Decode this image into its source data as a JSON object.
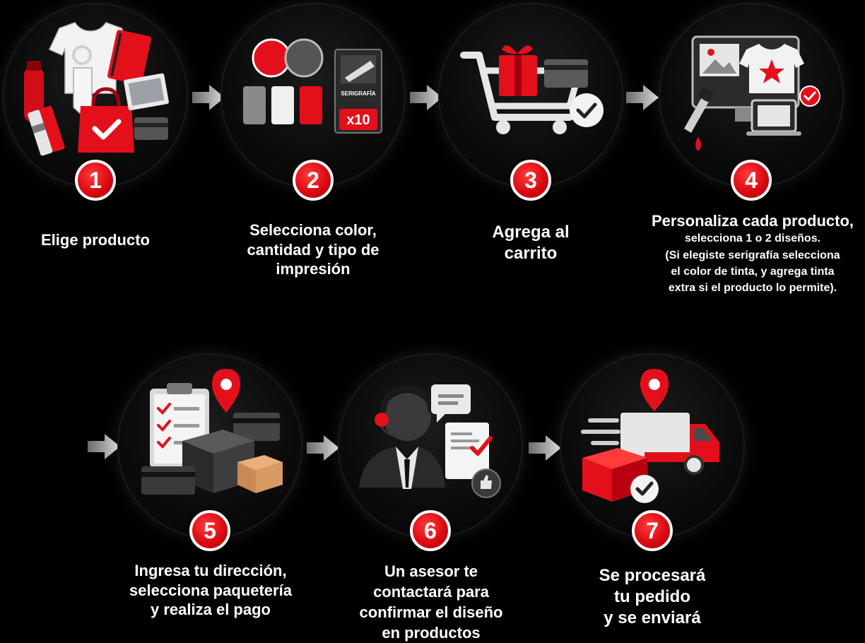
{
  "steps": [
    {
      "number": "1",
      "label_lines": [
        "Elige producto"
      ]
    },
    {
      "number": "2",
      "label_lines": [
        "Selecciona color,",
        "cantidad y tipo de",
        "impresión"
      ],
      "icon_texts": {
        "badge": "SERIGRAFÍA",
        "quantity": "x10"
      }
    },
    {
      "number": "3",
      "label_lines": [
        "Agrega al",
        "carrito"
      ]
    },
    {
      "number": "4",
      "label_title": "Personaliza cada producto,",
      "label_lines": [
        "selecciona 1 o 2 diseños.",
        "(Si elegiste serigrafía selecciona",
        "el color de tinta, y agrega tinta",
        "extra si el producto lo permite)."
      ]
    },
    {
      "number": "5",
      "label_lines": [
        "Ingresa tu dirección,",
        "selecciona paquetería",
        "y realiza el pago"
      ]
    },
    {
      "number": "6",
      "label_lines": [
        "Un asesor te",
        "contactará para",
        "confirmar el diseño",
        "en productos"
      ]
    },
    {
      "number": "7",
      "label_lines": [
        "Se procesará",
        "tu pedido",
        "y se enviará"
      ]
    }
  ],
  "colors": {
    "accent": "#e3101c",
    "background": "#000000",
    "text": "#ffffff",
    "arrow": "#bdbdbd"
  }
}
